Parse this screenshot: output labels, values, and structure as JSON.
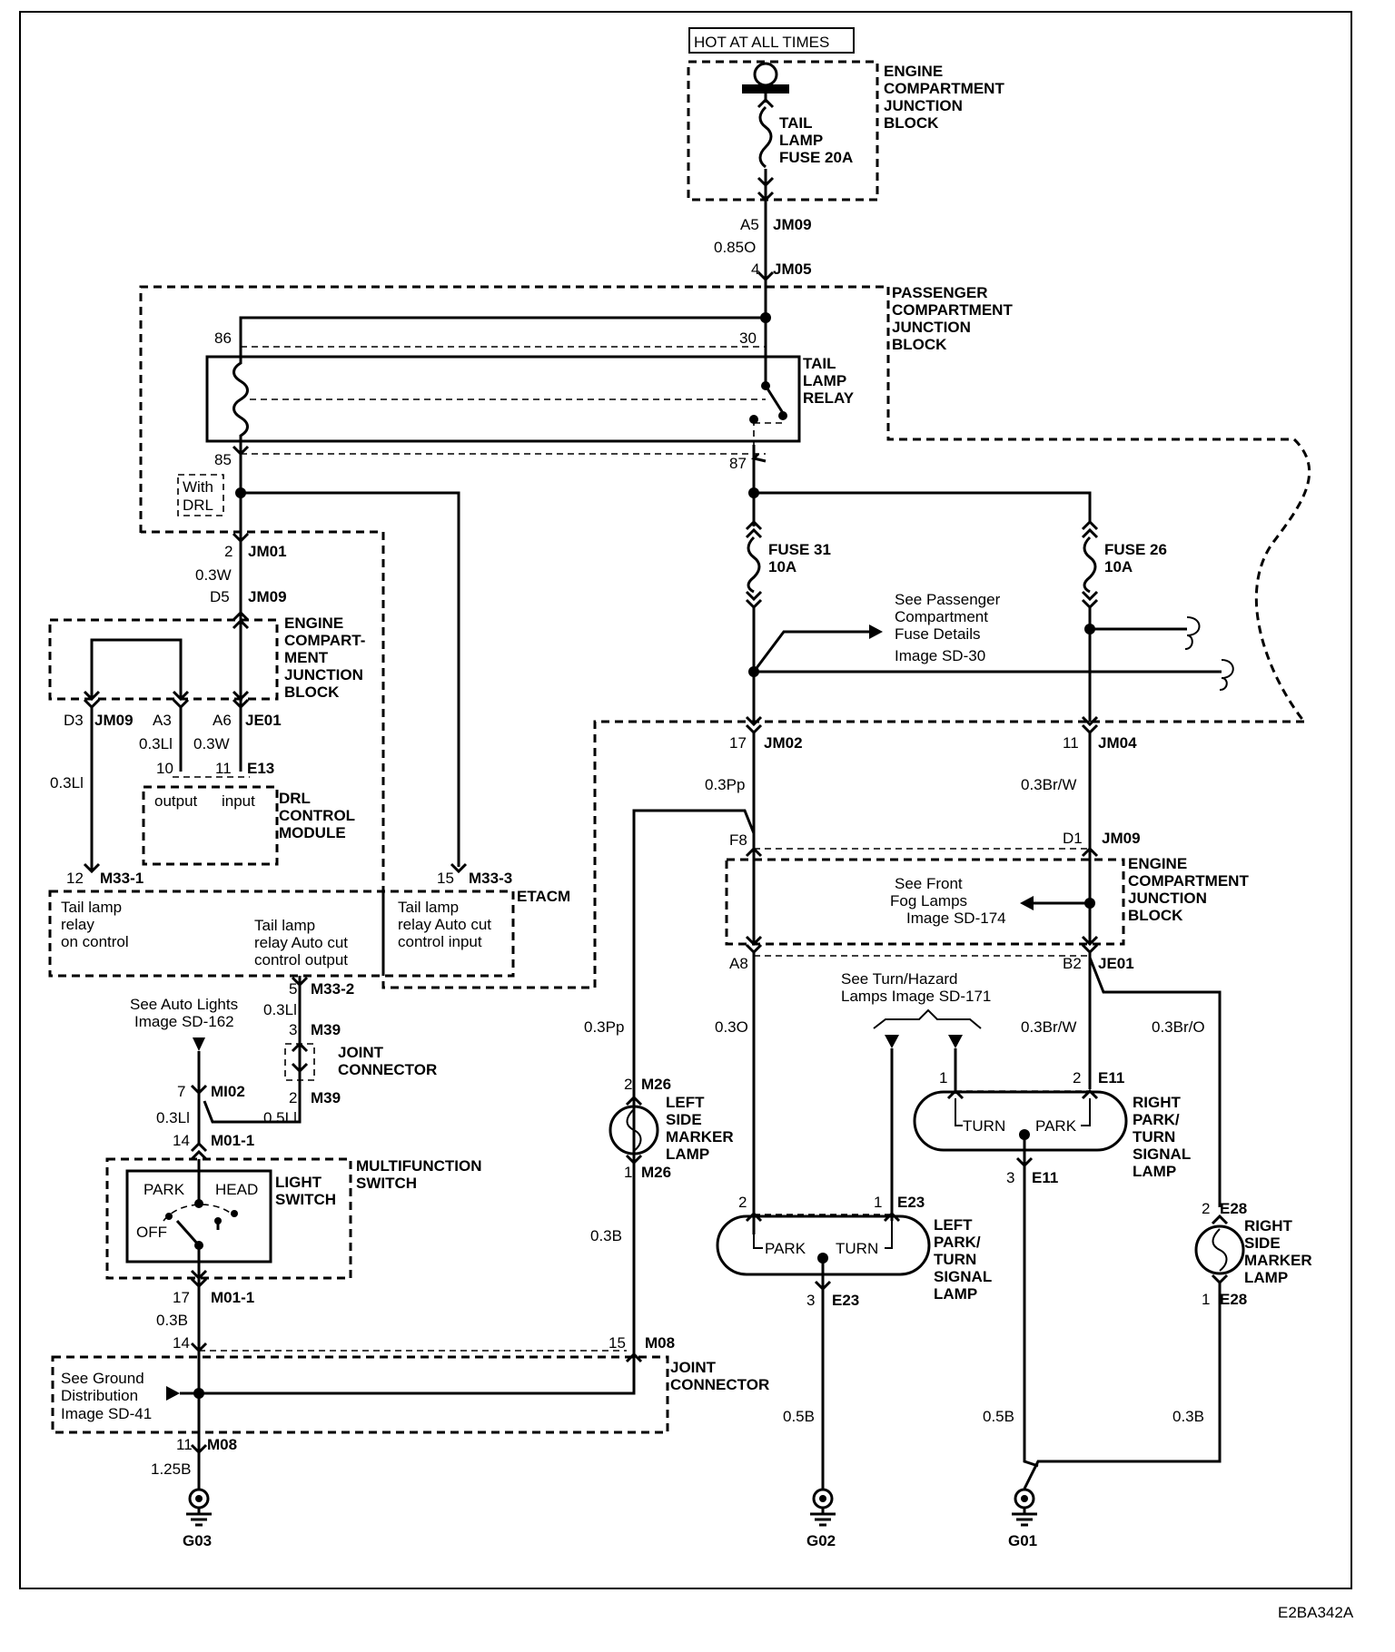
{
  "hot_at_all_times": "HOT AT ALL TIMES",
  "ecjb_top": [
    "ENGINE",
    "COMPARTMENT",
    "JUNCTION",
    "BLOCK"
  ],
  "tail_fuse": [
    "TAIL",
    "LAMP",
    "FUSE 20A"
  ],
  "jm09_a5": {
    "pin": "A5",
    "conn": "JM09"
  },
  "wire_085o": "0.85O",
  "jm05_4": {
    "pin": "4",
    "conn": "JM05"
  },
  "pcjb": [
    "PASSENGER",
    "COMPARTMENT",
    "JUNCTION",
    "BLOCK"
  ],
  "relay_pins": {
    "p86": "86",
    "p30": "30",
    "p85": "85",
    "p87": "87"
  },
  "tail_relay": [
    "TAIL",
    "LAMP",
    "RELAY"
  ],
  "with_drl": [
    "With",
    "DRL"
  ],
  "jm01_2": {
    "pin": "2",
    "conn": "JM01"
  },
  "wire_03w_a": "0.3W",
  "jm09_d5": {
    "pin": "D5",
    "conn": "JM09"
  },
  "ecjb_mid": [
    "ENGINE",
    "COMPART-",
    "MENT",
    "JUNCTION",
    "BLOCK"
  ],
  "d3_jm09": {
    "pin": "D3",
    "conn": "JM09"
  },
  "a3": "A3",
  "a6_je01": {
    "pin": "A6",
    "conn": "JE01"
  },
  "wire_03li_a": "0.3Ll",
  "wire_03w_b": "0.3W",
  "wire_03li_b": "0.3Ll",
  "pin_10": "10",
  "e13_11": {
    "pin": "11",
    "conn": "E13"
  },
  "drl_output": "output",
  "drl_input": "input",
  "drl_module": [
    "DRL",
    "CONTROL",
    "MODULE"
  ],
  "m33_1": {
    "pin": "12",
    "conn": "M33-1"
  },
  "m33_3": {
    "pin": "15",
    "conn": "M33-3"
  },
  "etacm": "ETACM",
  "tail_on_control": [
    "Tail lamp",
    "relay",
    "on control"
  ],
  "tail_autocut_output": [
    "Tail lamp",
    "relay Auto cut",
    "control output"
  ],
  "tail_autocut_input": [
    "Tail lamp",
    "relay Auto cut",
    "control input"
  ],
  "m33_2": {
    "pin": "5",
    "conn": "M33-2"
  },
  "wire_03li_c": "0.3Ll",
  "see_auto_lights": [
    "See Auto Lights",
    "Image SD-162"
  ],
  "m39_3": {
    "pin": "3",
    "conn": "M39"
  },
  "joint_conn_top": [
    "JOINT",
    "CONNECTOR"
  ],
  "m39_2": {
    "pin": "2",
    "conn": "M39"
  },
  "mi02_7": {
    "pin": "7",
    "conn": "MI02"
  },
  "wire_03li_d": "0.3Ll",
  "wire_05li": "0.5Ll",
  "m01_14": {
    "pin": "14",
    "conn": "M01-1"
  },
  "multifunction_switch": [
    "MULTIFUNCTION",
    "SWITCH"
  ],
  "light_switch": [
    "LIGHT",
    "SWITCH"
  ],
  "sw_park": "PARK",
  "sw_head": "HEAD",
  "sw_off": "OFF",
  "m01_17": {
    "pin": "17",
    "conn": "M01-1"
  },
  "wire_03b_a": "0.3B",
  "pin_14": "14",
  "m08_15": {
    "pin": "15",
    "conn": "M08"
  },
  "see_ground": [
    "See Ground",
    "Distribution",
    "Image  SD-41"
  ],
  "joint_conn_bottom": [
    "JOINT",
    "CONNECTOR"
  ],
  "m08_11": {
    "pin": "11",
    "conn": "M08"
  },
  "wire_125b": "1.25B",
  "g03": "G03",
  "fuse31": [
    "FUSE 31",
    "10A"
  ],
  "fuse26": [
    "FUSE 26",
    "10A"
  ],
  "see_pcfuse": [
    "See Passenger",
    "Compartment",
    "Fuse Details",
    "Image SD-30"
  ],
  "jm02_17": {
    "pin": "17",
    "conn": "JM02"
  },
  "jm04_11": {
    "pin": "11",
    "conn": "JM04"
  },
  "wire_03pp_a": "0.3Pp",
  "wire_03brw_a": "0.3Br/W",
  "f8": "F8",
  "jm09_d1": {
    "pin": "D1",
    "conn": "JM09"
  },
  "see_fog": [
    "See Front",
    "Fog Lamps",
    "Image SD-174"
  ],
  "ecjb_right": [
    "ENGINE",
    "COMPARTMENT",
    "JUNCTION",
    "BLOCK"
  ],
  "a8": "A8",
  "b2_je01": {
    "pin": "B2",
    "conn": "JE01"
  },
  "see_turn": [
    "See Turn/Hazard",
    "Lamps    Image SD-171"
  ],
  "wire_03pp_b": "0.3Pp",
  "wire_03o": "0.3O",
  "wire_03brw_b": "0.3Br/W",
  "wire_03bro": "0.3Br/O",
  "m26_2": {
    "pin": "2",
    "conn": "M26"
  },
  "left_side_marker": [
    "LEFT",
    "SIDE",
    "MARKER",
    "LAMP"
  ],
  "m26_1": {
    "pin": "1",
    "conn": "M26"
  },
  "wire_03b_b": "0.3B",
  "e11_1": "1",
  "e11_2": {
    "pin": "2",
    "conn": "E11"
  },
  "right_lamp_turn": "TURN",
  "right_lamp_park": "PARK",
  "right_park_turn": [
    "RIGHT",
    "PARK/",
    "TURN",
    "SIGNAL",
    "LAMP"
  ],
  "e11_3": {
    "pin": "3",
    "conn": "E11"
  },
  "e23_2": "2",
  "e23_1": {
    "pin": "1",
    "conn": "E23"
  },
  "left_lamp_park": "PARK",
  "left_lamp_turn": "TURN",
  "left_park_turn": [
    "LEFT",
    "PARK/",
    "TURN",
    "SIGNAL",
    "LAMP"
  ],
  "e23_3": {
    "pin": "3",
    "conn": "E23"
  },
  "e28_2": {
    "pin": "2",
    "conn": "E28"
  },
  "right_side_marker": [
    "RIGHT",
    "SIDE",
    "MARKER",
    "LAMP"
  ],
  "e28_1": {
    "pin": "1",
    "conn": "E28"
  },
  "wire_05b_a": "0.5B",
  "wire_05b_b": "0.5B",
  "wire_03b_c": "0.3B",
  "g02": "G02",
  "g01": "G01",
  "image_code": "E2BA342A"
}
